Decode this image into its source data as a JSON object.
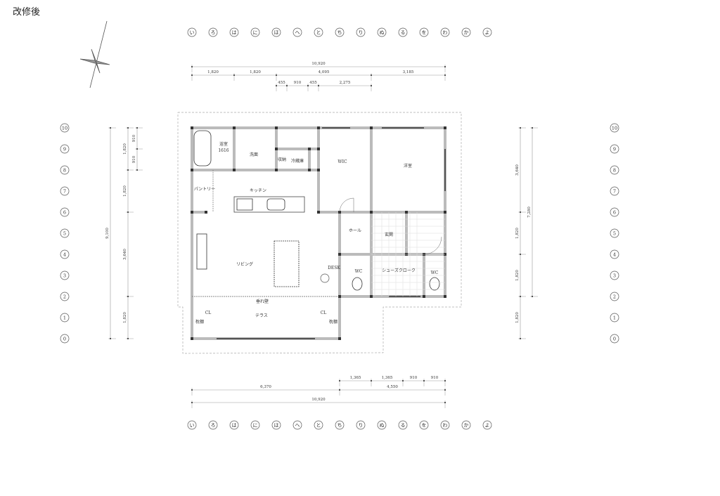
{
  "title": "改修後",
  "grid_columns": [
    "い",
    "ろ",
    "は",
    "に",
    "ほ",
    "へ",
    "と",
    "ち",
    "り",
    "ぬ",
    "る",
    "を",
    "わ",
    "か",
    "よ"
  ],
  "grid_rows": [
    "10",
    "9",
    "8",
    "7",
    "6",
    "5",
    "4",
    "3",
    "2",
    "1",
    "0"
  ],
  "rooms": {
    "bath": "浴室",
    "bath_size": "1616",
    "washroom": "洗面",
    "storage": "収納",
    "fridge": "冷蔵庫",
    "wic": "WIC",
    "western_room": "洋室",
    "pantry": "パントリー",
    "kitchen": "キッチン",
    "hall": "ホール",
    "entrance": "玄関",
    "living": "リビング",
    "desk": "DESK",
    "wc1": "WC",
    "shoe_closet": "シューズクローク",
    "wc2": "WC",
    "hanging_wall": "垂れ壁",
    "terrace": "テラス",
    "cl1": "CL",
    "cl2": "CL",
    "shelf1": "枕棚",
    "shelf2": "枕棚"
  },
  "dimensions": {
    "top_total": "10,920",
    "top_row": [
      "1,820",
      "1,820",
      "4,095",
      "3,185"
    ],
    "top_sub": [
      "455",
      "910",
      "455",
      "2,275"
    ],
    "left_total": "9,100",
    "left_row": [
      "1,820",
      "1,820",
      "3,640",
      "1,820"
    ],
    "left_sub": [
      "910",
      "910"
    ],
    "right_row": [
      "3,640",
      "1,820",
      "1,820",
      "1,820"
    ],
    "right_total": "7,280",
    "bottom_sub": [
      "1,365",
      "1,365",
      "910",
      "910"
    ],
    "bottom_row": [
      "6,370",
      "4,550"
    ],
    "bottom_total": "10,920"
  }
}
